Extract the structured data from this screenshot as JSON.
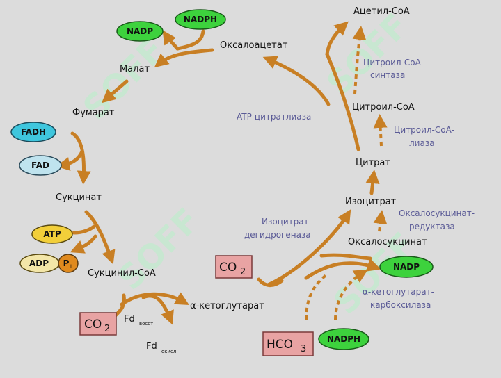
{
  "metabolites": {
    "acetyl_coa": "Ацетил-CoA",
    "oxaloacetate": "Оксалоацетат",
    "malate": "Малат",
    "fumarate": "Фумарат",
    "succinate": "Сукцинат",
    "succinyl_coa": "Сукцинил-CoA",
    "alpha_kg": "α-кетоглутарат",
    "oxalosuccinate": "Оксалосукцинат",
    "isocitrate": "Изоцитрат",
    "citrate": "Цитрат",
    "citroyl_coa": "Цитроил-CoA"
  },
  "enzymes": {
    "citroyl_coa_synthase_1": "Цитроил-CoA-",
    "citroyl_coa_synthase_2": "синтаза",
    "atp_citrate_lyase": "ATP-цитратлиаза",
    "citroyl_coa_lyase_1": "Цитроил-CoA-",
    "citroyl_coa_lyase_2": "лиаза",
    "isocitrate_dh_1": "Изоцитрат-",
    "isocitrate_dh_2": "дегидрогеназа",
    "oxalosuccinate_red_1": "Оксалосукцинат-",
    "oxalosuccinate_red_2": "редуктаза",
    "akg_carboxylase_1": "α-кетоглутарат-",
    "akg_carboxylase_2": "карбоксилаза"
  },
  "cofactors": {
    "nadph_top": "NADPH",
    "nadp_top": "NADP",
    "fadh": "FADH",
    "fad": "FAD",
    "atp": "ATP",
    "adp": "ADP",
    "pi_main": "P",
    "pi_sub": "i",
    "nadp_right": "NADP",
    "nadph_bottom": "NADPH"
  },
  "boxes": {
    "co2_left_main": "CO",
    "co2_left_sub": "2",
    "co2_mid_main": "CO",
    "co2_mid_sub": "2",
    "hco3_main": "HCO",
    "hco3_sub": "3"
  },
  "ferredoxin": {
    "fd_red_main": "Fd",
    "fd_red_sub": "восст",
    "fd_ox_main": "Fd",
    "fd_ox_sub": "окисл"
  },
  "watermark": "SOFF",
  "colors": {
    "arrow": "#c87f24",
    "background": "#dcdcdc",
    "nadp_green": "#3dd23d",
    "fadh_cyan": "#3fc6dd",
    "fad_light": "#bfe3ee",
    "atp_yellow": "#f2cf3a",
    "adp_cream": "#f3e6a8",
    "pi_orange": "#e08a1e",
    "co2_pink": "#e8a3a3",
    "enzyme_text": "#5a5a96"
  }
}
